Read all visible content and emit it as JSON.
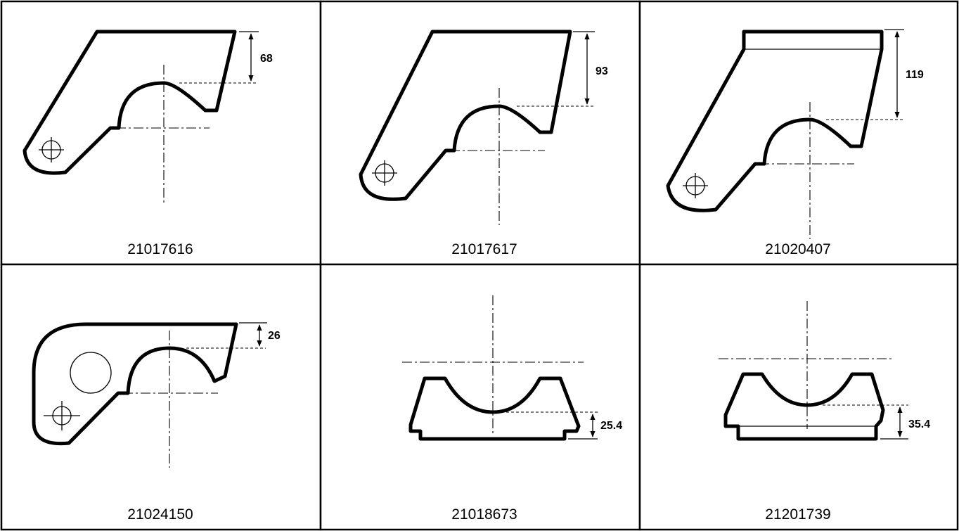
{
  "cells": [
    {
      "part_number": "21017616",
      "dimension": "68"
    },
    {
      "part_number": "21017617",
      "dimension": "93"
    },
    {
      "part_number": "21020407",
      "dimension": "119"
    },
    {
      "part_number": "21024150",
      "dimension": "26"
    },
    {
      "part_number": "21018673",
      "dimension": "25.4"
    },
    {
      "part_number": "21201739",
      "dimension": "35.4"
    }
  ],
  "colors": {
    "line": "#000000",
    "background": "#ffffff"
  }
}
